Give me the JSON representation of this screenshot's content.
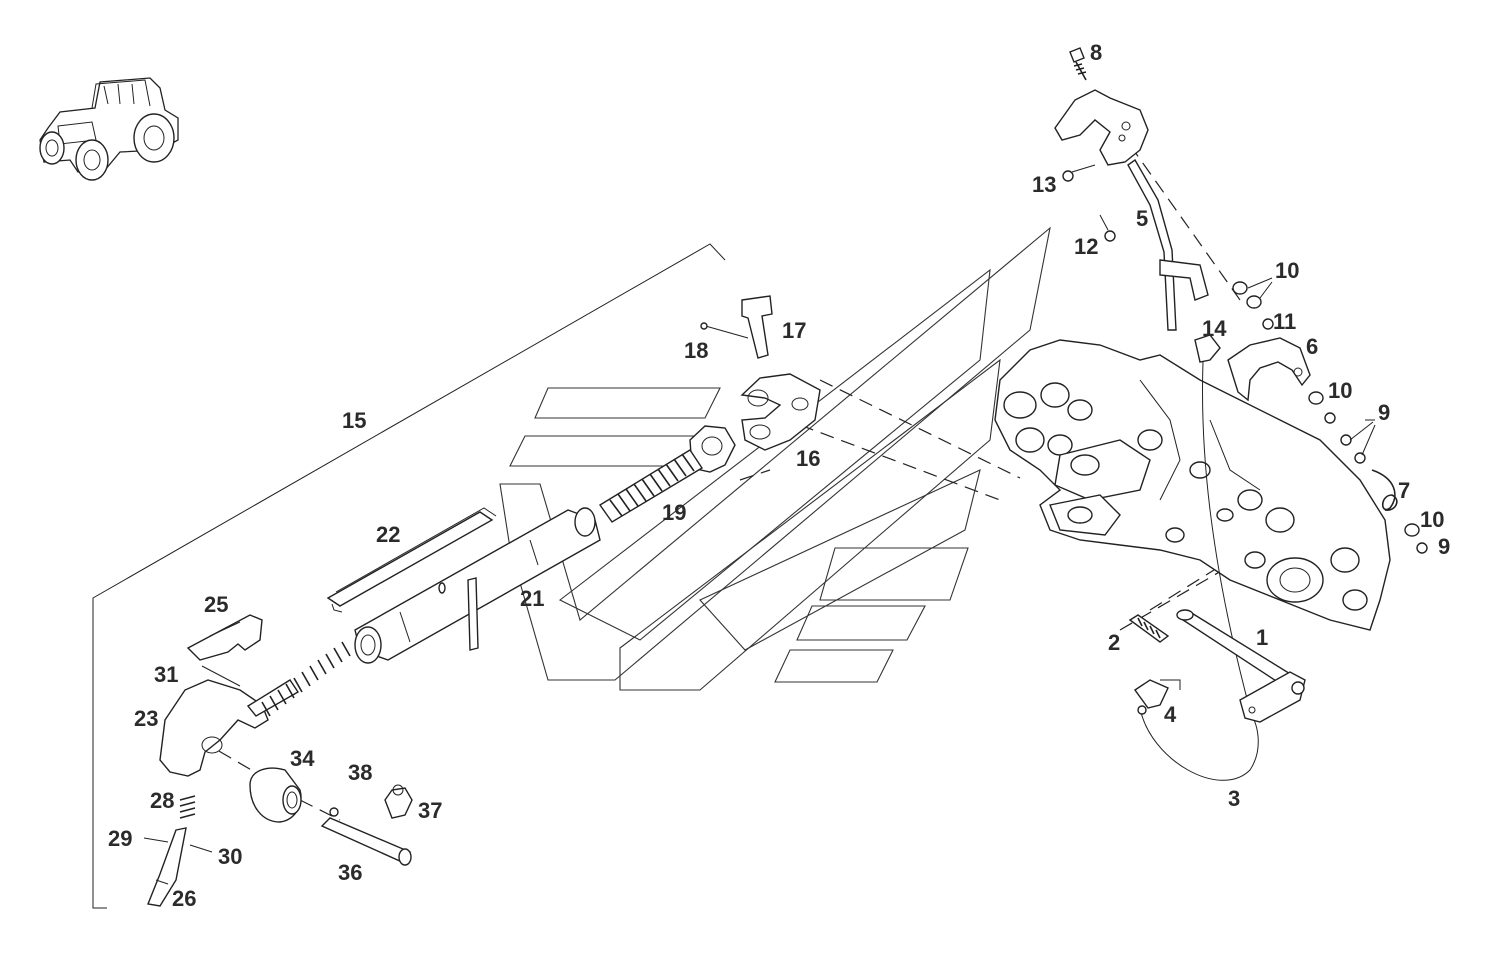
{
  "diagram": {
    "labels": {
      "l1": "1",
      "l2": "2",
      "l3": "3",
      "l4": "4",
      "l5": "5",
      "l6": "6",
      "l7": "7",
      "l8": "8",
      "l9a": "9",
      "l9b": "9",
      "l10a": "10",
      "l10b": "10",
      "l10c": "10",
      "l11": "11",
      "l12": "12",
      "l13": "13",
      "l14": "14",
      "l15": "15",
      "l16": "16",
      "l17": "17",
      "l18": "18",
      "l19": "19",
      "l21": "21",
      "l22": "22",
      "l23": "23",
      "l25": "25",
      "l26": "26",
      "l28": "28",
      "l29": "29",
      "l30": "30",
      "l31": "31",
      "l34": "34",
      "l36": "36",
      "l37": "37",
      "l38": "38"
    },
    "icons": {
      "tractor": "tractor-icon"
    }
  }
}
